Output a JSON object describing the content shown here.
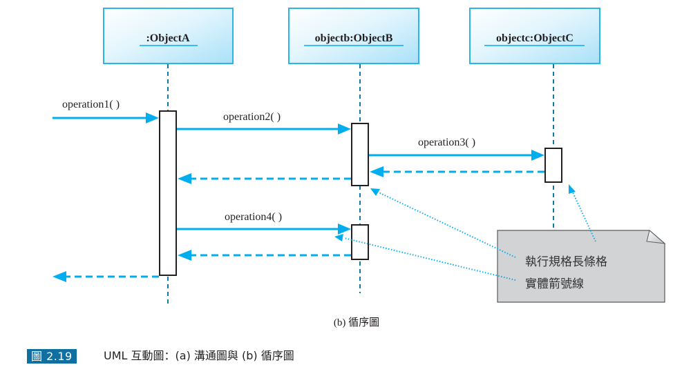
{
  "colors": {
    "message": "#00aeef",
    "lifeline": "#0e7aa6",
    "box_border": "#29b6e6",
    "activation_border": "#231f20",
    "note_fill": "#d1d3d4",
    "note_border": "#58595b",
    "caption_badge": "#0e6fa0"
  },
  "objects": [
    {
      "id": "A",
      "label": ":ObjectA"
    },
    {
      "id": "B",
      "label": "objectb:ObjectB"
    },
    {
      "id": "C",
      "label": "objectc:ObjectC"
    }
  ],
  "messages": [
    {
      "label": "operation1( )",
      "from": "external",
      "to": "A",
      "type": "call"
    },
    {
      "label": "operation2( )",
      "from": "A",
      "to": "B",
      "type": "call"
    },
    {
      "label": "operation3( )",
      "from": "B",
      "to": "C",
      "type": "call"
    },
    {
      "label": "",
      "from": "C",
      "to": "B",
      "type": "return"
    },
    {
      "label": "",
      "from": "B",
      "to": "A",
      "type": "return"
    },
    {
      "label": "operation4( )",
      "from": "A",
      "to": "B",
      "type": "call"
    },
    {
      "label": "",
      "from": "B",
      "to": "A",
      "type": "return"
    },
    {
      "label": "",
      "from": "A",
      "to": "external",
      "type": "return"
    }
  ],
  "note": {
    "lines": [
      "執行規格長條格",
      "實體箭號線"
    ]
  },
  "subcaption": "(b) 循序圖",
  "caption": {
    "badge": "圖 2.19",
    "text": "UML 互動圖：(a) 溝通圖與 (b) 循序圖"
  }
}
